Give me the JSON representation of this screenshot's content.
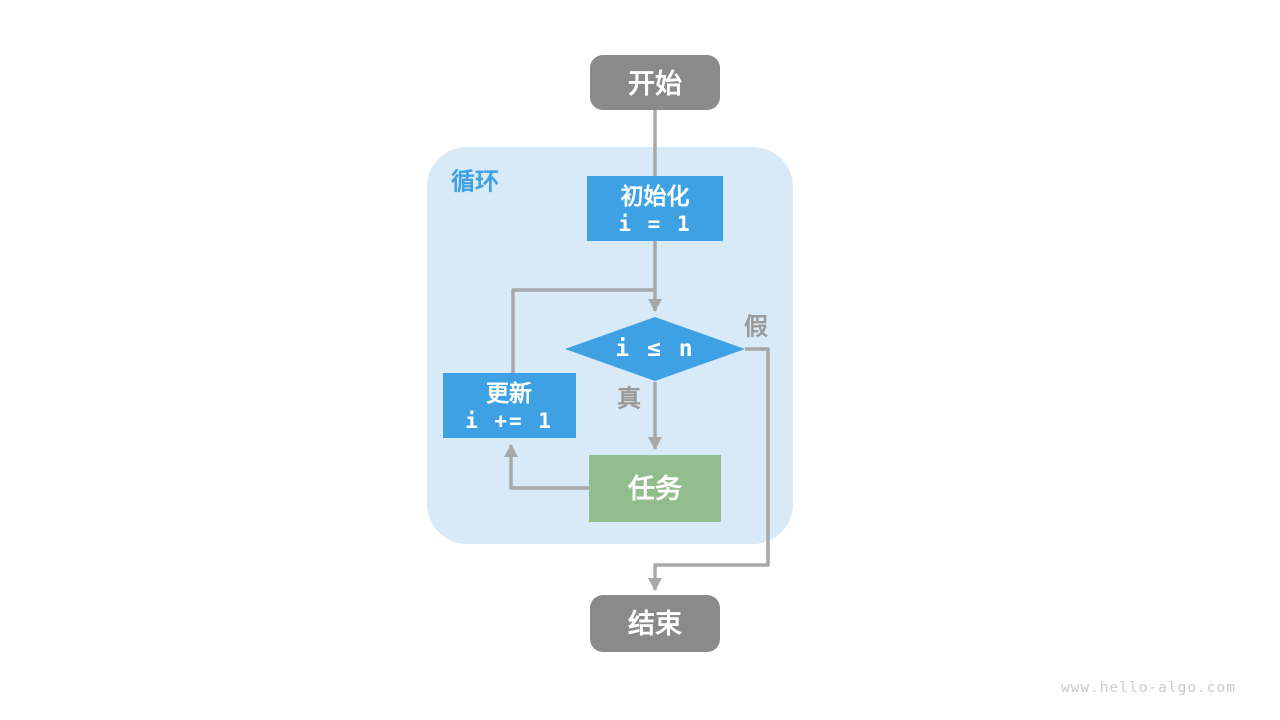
{
  "diagram": {
    "loop_label": "循环",
    "nodes": {
      "start": "开始",
      "init_label": "初始化",
      "init_code": "i = 1",
      "condition_code": "i ≤ n",
      "update_label": "更新",
      "update_code": "i += 1",
      "task": "任务",
      "end": "结束"
    },
    "edge_labels": {
      "true": "真",
      "false": "假"
    },
    "colors": {
      "accent_blue": "#3ea1e4",
      "node_gray": "#8a8a8a",
      "task_green": "#92be8d",
      "loop_background": "#d8e9f7",
      "line_gray": "#a8a8a8",
      "branch_label_gray": "#9a9a9a"
    }
  },
  "watermark": "www.hello-algo.com"
}
